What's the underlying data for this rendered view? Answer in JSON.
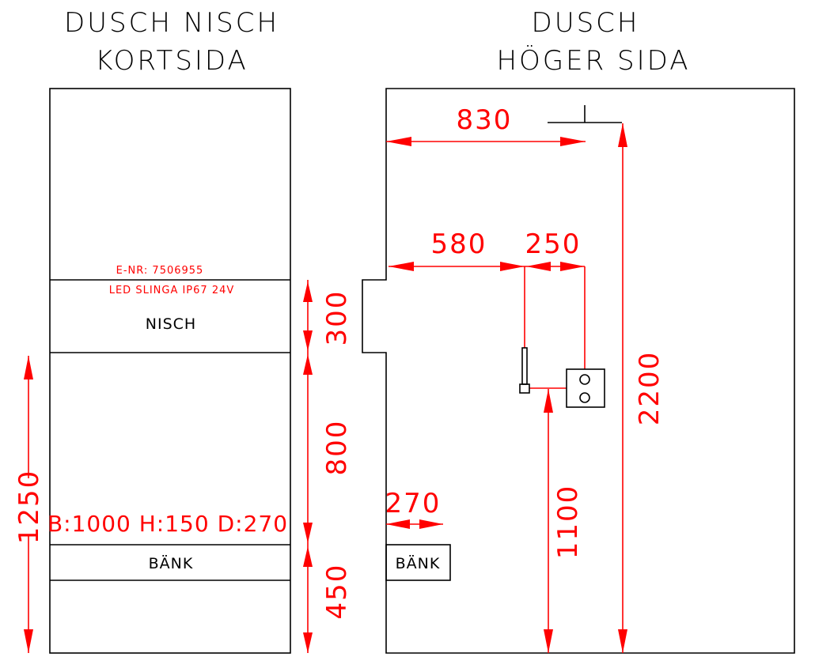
{
  "colors": {
    "dimension": "#ff0000",
    "outline": "#000000",
    "background": "#ffffff"
  },
  "left_view": {
    "title_line1": "DUSCH NISCH",
    "title_line2": "KORTSIDA",
    "enr_label": "E-NR: 7506955",
    "led_label": "LED SLINGA IP67 24V",
    "niche_label": "NISCH",
    "bench_spec": "B:1000 H:150 D:270",
    "bench_label": "BÄNK",
    "dimensions": {
      "niche_height": "300",
      "upper_gap": "800",
      "bench_height": "450",
      "total_height": "1250"
    }
  },
  "right_view": {
    "title_line1": "DUSCH",
    "title_line2": "HÖGER SIDA",
    "bench_label": "BÄNK",
    "dimensions": {
      "shower_head_offset": "830",
      "mixer_offset": "580",
      "mixer_spacing": "250",
      "bench_depth": "270",
      "mixer_height": "1100",
      "shower_head_height": "2200"
    }
  }
}
